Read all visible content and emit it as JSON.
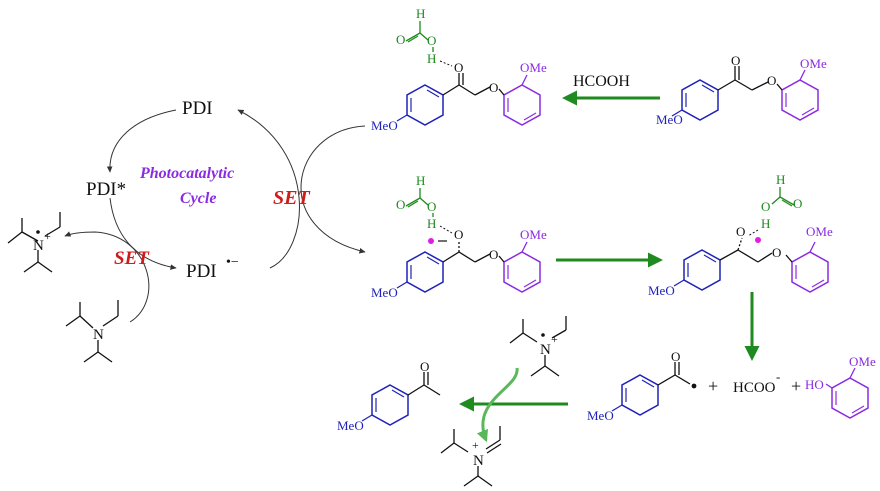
{
  "colors": {
    "black": "#111111",
    "blue": "#1f22b8",
    "purple": "#8a2be2",
    "green": "#1d8a1d",
    "red": "#d11a1a",
    "magenta": "#e01ee0",
    "gray": "#6e6e6e",
    "arrow_green": "#1f8a1f",
    "arrow_light_green": "#5ab85a"
  },
  "cycle": {
    "pdi": "PDI",
    "pdi_star": "PDI*",
    "pdi_radical_anion": "PDI",
    "radical_anion_mark": "•−",
    "photocatalytic": "Photocatalytic",
    "cycle": "Cycle",
    "set_right": "SET",
    "set_left": "SET",
    "amine_radical_cation_n": "N",
    "amine_radical_cation_charge": "+",
    "amine_n": "N"
  },
  "formic_acid": {
    "arrow_label": "HCOOH",
    "h": "H",
    "o": "O",
    "oh": "O",
    "h_bond_h": "H"
  },
  "substrate": {
    "ome": "OMe",
    "meo": "MeO",
    "o_carbonyl": "O",
    "o_ether": "O"
  },
  "products": {
    "formate": "HCOO",
    "formate_charge": "-",
    "plus1": "+",
    "plus2": "+",
    "ho": "HO",
    "ome": "OMe",
    "meo_ketone": "MeO",
    "o_ketone": "O",
    "meo_acyl": "MeO",
    "o_acyl": "O",
    "iminium_n": "N",
    "iminium_charge": "+",
    "amine_n": "N"
  }
}
